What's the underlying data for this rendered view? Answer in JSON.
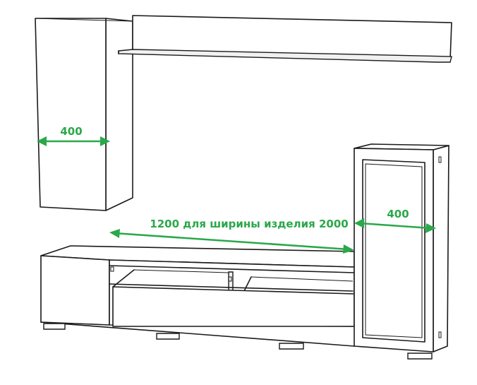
{
  "dimensions": {
    "wall_cabinet_width": "400",
    "tall_cabinet_width": "400",
    "tv_stand_width": "1200 для ширины изделия 2000"
  },
  "colors": {
    "dimension_line": "#2aa84a",
    "outline": "#1a1a1a",
    "background": "#ffffff"
  }
}
